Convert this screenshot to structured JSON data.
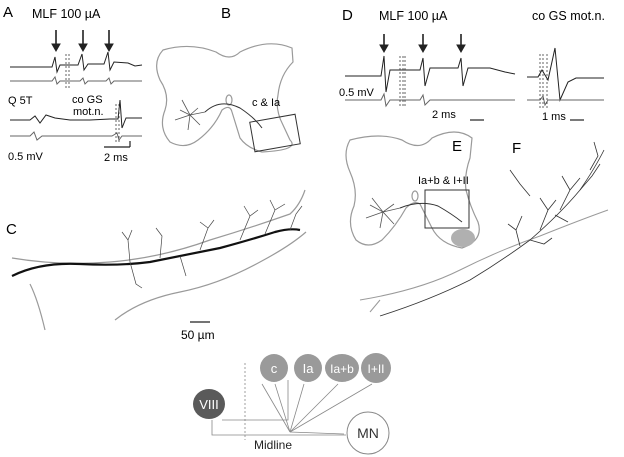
{
  "panels": {
    "A": "A",
    "B": "B",
    "C": "C",
    "D": "D",
    "E": "E",
    "F": "F"
  },
  "panel_A": {
    "stim": "MLF 100 µA",
    "q5t": "Q 5T",
    "co_gs_line1": "co GS",
    "co_gs_line2": "mot.n.",
    "scale_mv": "0.5 mV",
    "scale_ms": "2 ms"
  },
  "panel_B": {
    "label": "c & Ia"
  },
  "panel_C": {
    "scale": "50 µm"
  },
  "panel_D": {
    "stim": "MLF 100 µA",
    "co_gs": "co GS mot.n.",
    "scale_mv": "0.5 mV",
    "scale_ms": "2 ms",
    "scale_ms2": "1 ms"
  },
  "panel_E": {
    "label": "Ia+b & I+II"
  },
  "diagram": {
    "nodes": {
      "c": "c",
      "ia": "Ia",
      "iab": "Ia+b",
      "i_ii": "I+II",
      "viii": "VIII",
      "mn": "MN"
    },
    "midline": "Midline"
  },
  "colors": {
    "trace": "#222222",
    "gray": "#9a9a9a",
    "node_fill": "#9a9a9a",
    "viii_fill": "#5a5a5a"
  }
}
